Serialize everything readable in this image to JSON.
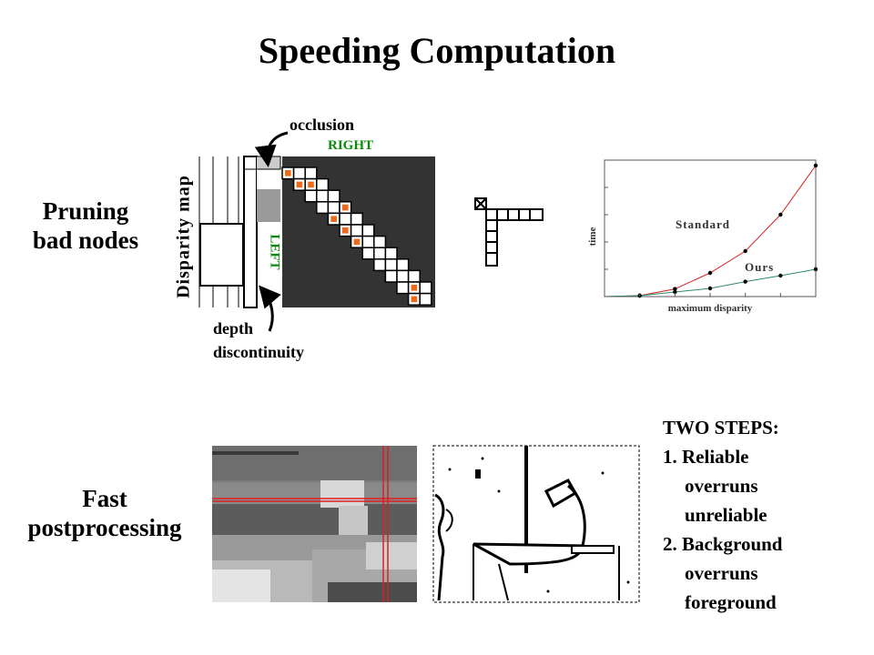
{
  "title": "Speeding Computation",
  "pruning": {
    "heading_line1": "Pruning",
    "heading_line2": "bad nodes",
    "occlusion": "occlusion",
    "right": "RIGHT",
    "left": "LEFT",
    "disparity_map": "Disparity map",
    "depth": "depth",
    "discontinuity": "discontinuity",
    "highlight_color": "#ee6a1a",
    "grid_bg": "#333333"
  },
  "chart_data": {
    "type": "line",
    "xlabel": "maximum disparity",
    "ylabel": "time",
    "x": [
      1,
      2,
      3,
      4,
      5,
      6
    ],
    "series": [
      {
        "name": "Standard",
        "values": [
          0.5,
          4.2,
          13,
          25,
          45,
          72
        ],
        "color": "#d62020"
      },
      {
        "name": "Ours",
        "values": [
          0.5,
          2.5,
          4.5,
          8.2,
          11.5,
          15
        ],
        "color": "#2a8a6a"
      }
    ],
    "xlim": [
      0,
      6
    ],
    "ylim": [
      0,
      75
    ],
    "grid": false,
    "legend": "inline labels"
  },
  "postprocess": {
    "heading_line1": "Fast",
    "heading_line2": "postprocessing",
    "steps_title": "TWO STEPS:",
    "step1_line1": "1. Reliable",
    "step1_line2": "overruns",
    "step1_line3": "unreliable",
    "step2_line1": "2. Background",
    "step2_line2": "overruns",
    "step2_line3": "foreground"
  }
}
